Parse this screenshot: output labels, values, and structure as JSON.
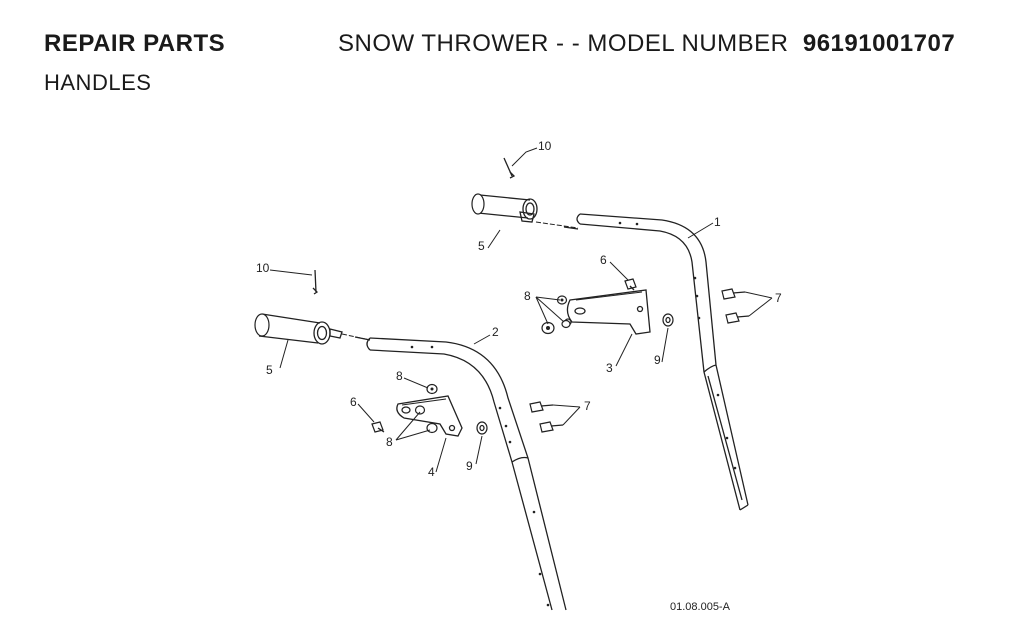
{
  "header": {
    "section": "REPAIR PARTS",
    "product_prefix": "SNOW THROWER - - MODEL NUMBER",
    "model_number": "96191001707",
    "subtitle": "HANDLES"
  },
  "diagram": {
    "code": "01.08.005-A",
    "callouts": {
      "c1": "1",
      "c2": "2",
      "c3": "3",
      "c4": "4",
      "c5a": "5",
      "c5b": "5",
      "c6a": "6",
      "c6b": "6",
      "c7a": "7",
      "c7b": "7",
      "c8a": "8",
      "c8b": "8",
      "c8c": "8",
      "c9a": "9",
      "c9b": "9",
      "c10a": "10",
      "c10b": "10"
    }
  }
}
